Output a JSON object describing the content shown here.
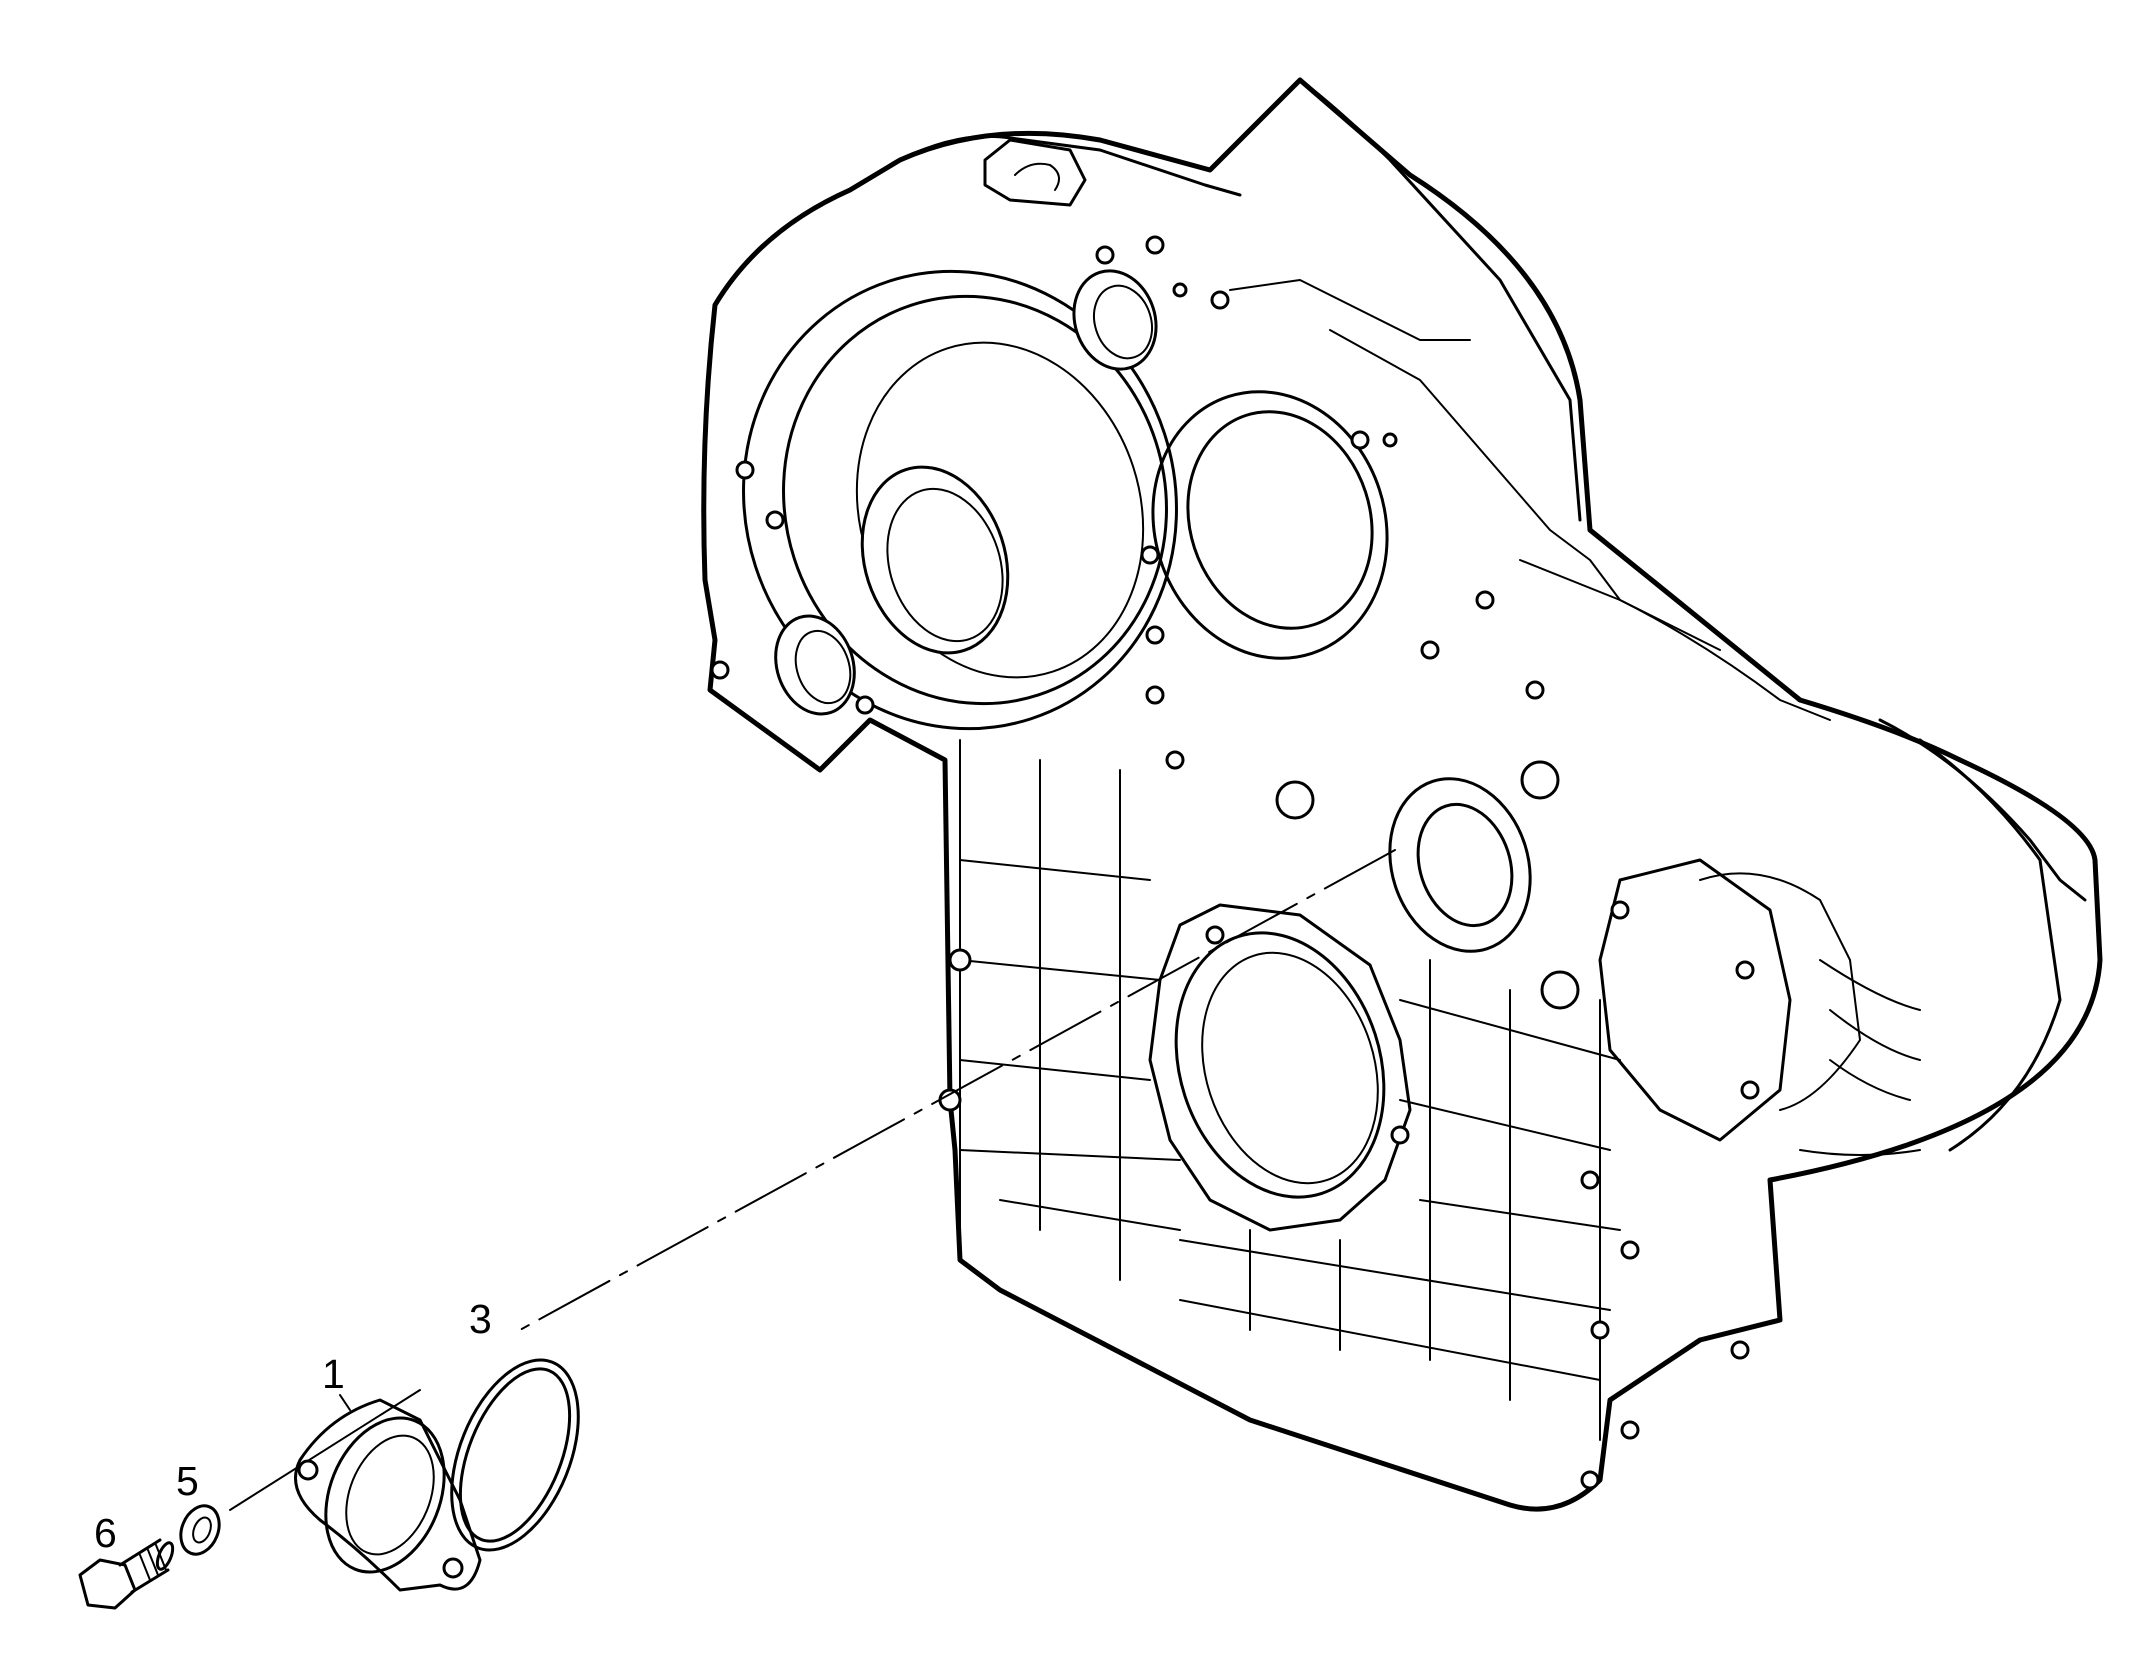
{
  "figure": {
    "callouts": [
      {
        "id": "1",
        "text": "1"
      },
      {
        "id": "3",
        "text": "3"
      },
      {
        "id": "5",
        "text": "5"
      },
      {
        "id": "6",
        "text": "6"
      }
    ],
    "colors": {
      "line": "#000000",
      "background": "#ffffff"
    }
  }
}
